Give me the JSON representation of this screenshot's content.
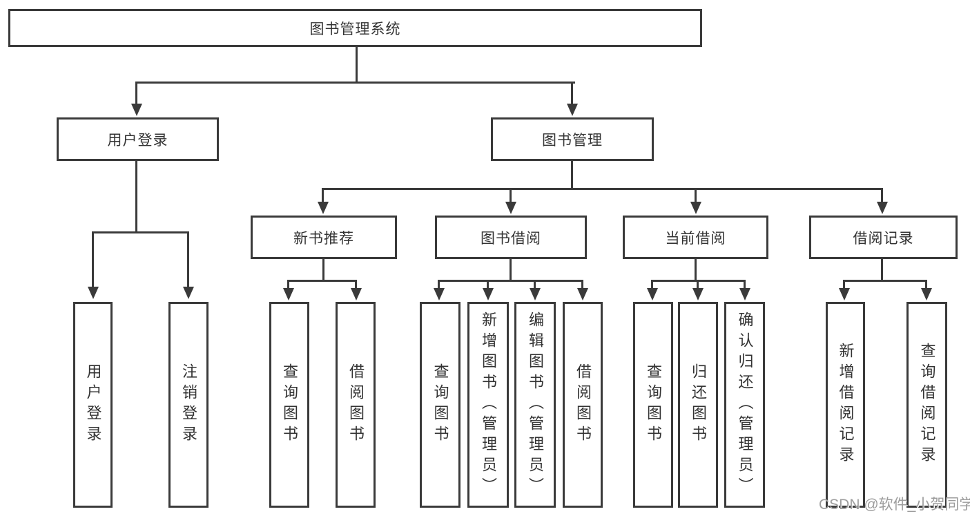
{
  "diagram": {
    "type": "tree-structure-chart",
    "title": "图书管理系统",
    "colors": {
      "line": "#3a3a3a",
      "box_border": "#3a3a3a",
      "text": "#333333",
      "background": "#ffffff",
      "watermark": "#9c9c9c"
    },
    "nodes": {
      "root": {
        "label": "图书管理系统"
      },
      "user_login": {
        "label": "用户登录"
      },
      "book_management": {
        "label": "图书管理"
      },
      "new_book_recommend": {
        "label": "新书推荐"
      },
      "book_borrowing": {
        "label": "图书借阅"
      },
      "current_borrowing": {
        "label": "当前借阅"
      },
      "borrowing_records": {
        "label": "借阅记录"
      },
      "leaf_user_login": {
        "label": "用户登录",
        "parent": "用户登录"
      },
      "leaf_logout": {
        "label": "注销登录",
        "parent": "用户登录"
      },
      "leaf_nbr_query_books": {
        "label": "查询图书",
        "parent": "新书推荐"
      },
      "leaf_nbr_borrow_books": {
        "label": "借阅图书",
        "parent": "新书推荐"
      },
      "leaf_bb_query_books": {
        "label": "查询图书",
        "parent": "图书借阅"
      },
      "leaf_bb_add_books": {
        "label": "新增图书（管理员）",
        "parent": "图书借阅"
      },
      "leaf_bb_edit_books": {
        "label": "编辑图书（管理员）",
        "parent": "图书借阅"
      },
      "leaf_bb_borrow_books": {
        "label": "借阅图书",
        "parent": "图书借阅"
      },
      "leaf_cb_query_books": {
        "label": "查询图书",
        "parent": "当前借阅"
      },
      "leaf_cb_return_books": {
        "label": "归还图书",
        "parent": "当前借阅"
      },
      "leaf_cb_confirm_return": {
        "label": "确认归还（管理员）",
        "parent": "当前借阅"
      },
      "leaf_br_add_record": {
        "label": "新增借阅记录",
        "parent": "借阅记录"
      },
      "leaf_br_query_record": {
        "label": "查询借阅记录",
        "parent": "借阅记录"
      }
    },
    "watermark": {
      "text": "CSDN @软件_小贺同学"
    }
  }
}
